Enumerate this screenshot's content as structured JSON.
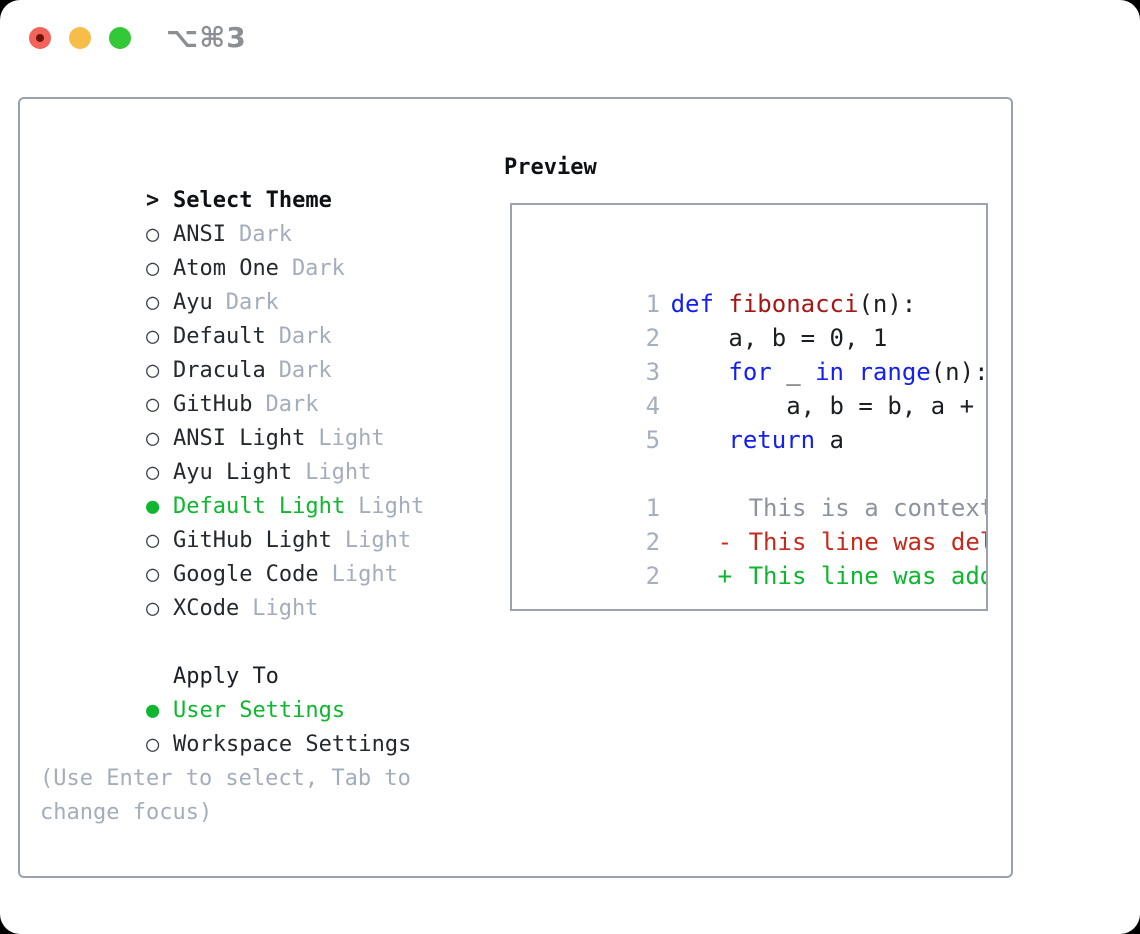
{
  "titlebar": {
    "shortcut": "⌥⌘3"
  },
  "icons": {
    "radio_unselected": "○",
    "radio_selected": "●",
    "prompt": ">",
    "close_traffic_light": "red-circle-with-dot",
    "minimize_traffic_light": "yellow-circle",
    "zoom_traffic_light": "green-circle"
  },
  "theme_picker": {
    "header": "Select Theme",
    "items": [
      {
        "name": "ANSI",
        "variant": "Dark",
        "selected": false
      },
      {
        "name": "Atom One",
        "variant": "Dark",
        "selected": false
      },
      {
        "name": "Ayu",
        "variant": "Dark",
        "selected": false
      },
      {
        "name": "Default",
        "variant": "Dark",
        "selected": false
      },
      {
        "name": "Dracula",
        "variant": "Dark",
        "selected": false
      },
      {
        "name": "GitHub",
        "variant": "Dark",
        "selected": false
      },
      {
        "name": "ANSI Light",
        "variant": "Light",
        "selected": false
      },
      {
        "name": "Ayu Light",
        "variant": "Light",
        "selected": false
      },
      {
        "name": "Default Light",
        "variant": "Light",
        "selected": true
      },
      {
        "name": "GitHub Light",
        "variant": "Light",
        "selected": false
      },
      {
        "name": "Google Code",
        "variant": "Light",
        "selected": false
      },
      {
        "name": "XCode",
        "variant": "Light",
        "selected": false
      }
    ]
  },
  "apply_to": {
    "header": "Apply To",
    "options": [
      {
        "label": "User Settings",
        "selected": true
      },
      {
        "label": "Workspace Settings",
        "selected": false
      }
    ]
  },
  "hint": "(Use Enter to select, Tab to change focus)",
  "preview": {
    "header": "Preview",
    "code_lines": [
      {
        "num": "1",
        "segments": [
          {
            "c": "kw",
            "t": "def"
          },
          {
            "c": "pl",
            "t": " "
          },
          {
            "c": "fn",
            "t": "fibonacci"
          },
          {
            "c": "pl",
            "t": "(n):"
          }
        ]
      },
      {
        "num": "2",
        "segments": [
          {
            "c": "pl",
            "t": "    a, b = 0, 1"
          }
        ]
      },
      {
        "num": "3",
        "segments": [
          {
            "c": "pl",
            "t": "    "
          },
          {
            "c": "kw",
            "t": "for"
          },
          {
            "c": "pl",
            "t": " _ "
          },
          {
            "c": "kw",
            "t": "in"
          },
          {
            "c": "pl",
            "t": " "
          },
          {
            "c": "kw",
            "t": "range"
          },
          {
            "c": "pl",
            "t": "(n):"
          }
        ]
      },
      {
        "num": "4",
        "segments": [
          {
            "c": "pl",
            "t": "        a, b = b, a + b"
          }
        ]
      },
      {
        "num": "5",
        "segments": [
          {
            "c": "pl",
            "t": "    "
          },
          {
            "c": "kw",
            "t": "return"
          },
          {
            "c": "pl",
            "t": " a"
          }
        ]
      }
    ],
    "diff_lines": [
      {
        "num": "1",
        "marker": " ",
        "text": "This is a context line.",
        "kind": "context"
      },
      {
        "num": "2",
        "marker": "-",
        "text": "This line was deleted.",
        "kind": "deleted"
      },
      {
        "num": "2",
        "marker": "+",
        "text": "This line was added.",
        "kind": "added"
      }
    ]
  },
  "colors": {
    "accent_green": "#0eb72f",
    "keyword_blue": "#1420ef",
    "function_red": "#a51616",
    "deleted_red": "#c52a1d",
    "added_green": "#0eb72f",
    "muted_gray": "#a4adbb",
    "context_gray": "#8d949d",
    "line_number_gray": "#a6afbd",
    "text_dark": "#24292e",
    "panel_border": "#99a2ad",
    "traffic_red": "#f4635a",
    "traffic_yellow": "#f7bd49",
    "traffic_green": "#32c838",
    "shortcut_gray": "#8b8e92"
  }
}
